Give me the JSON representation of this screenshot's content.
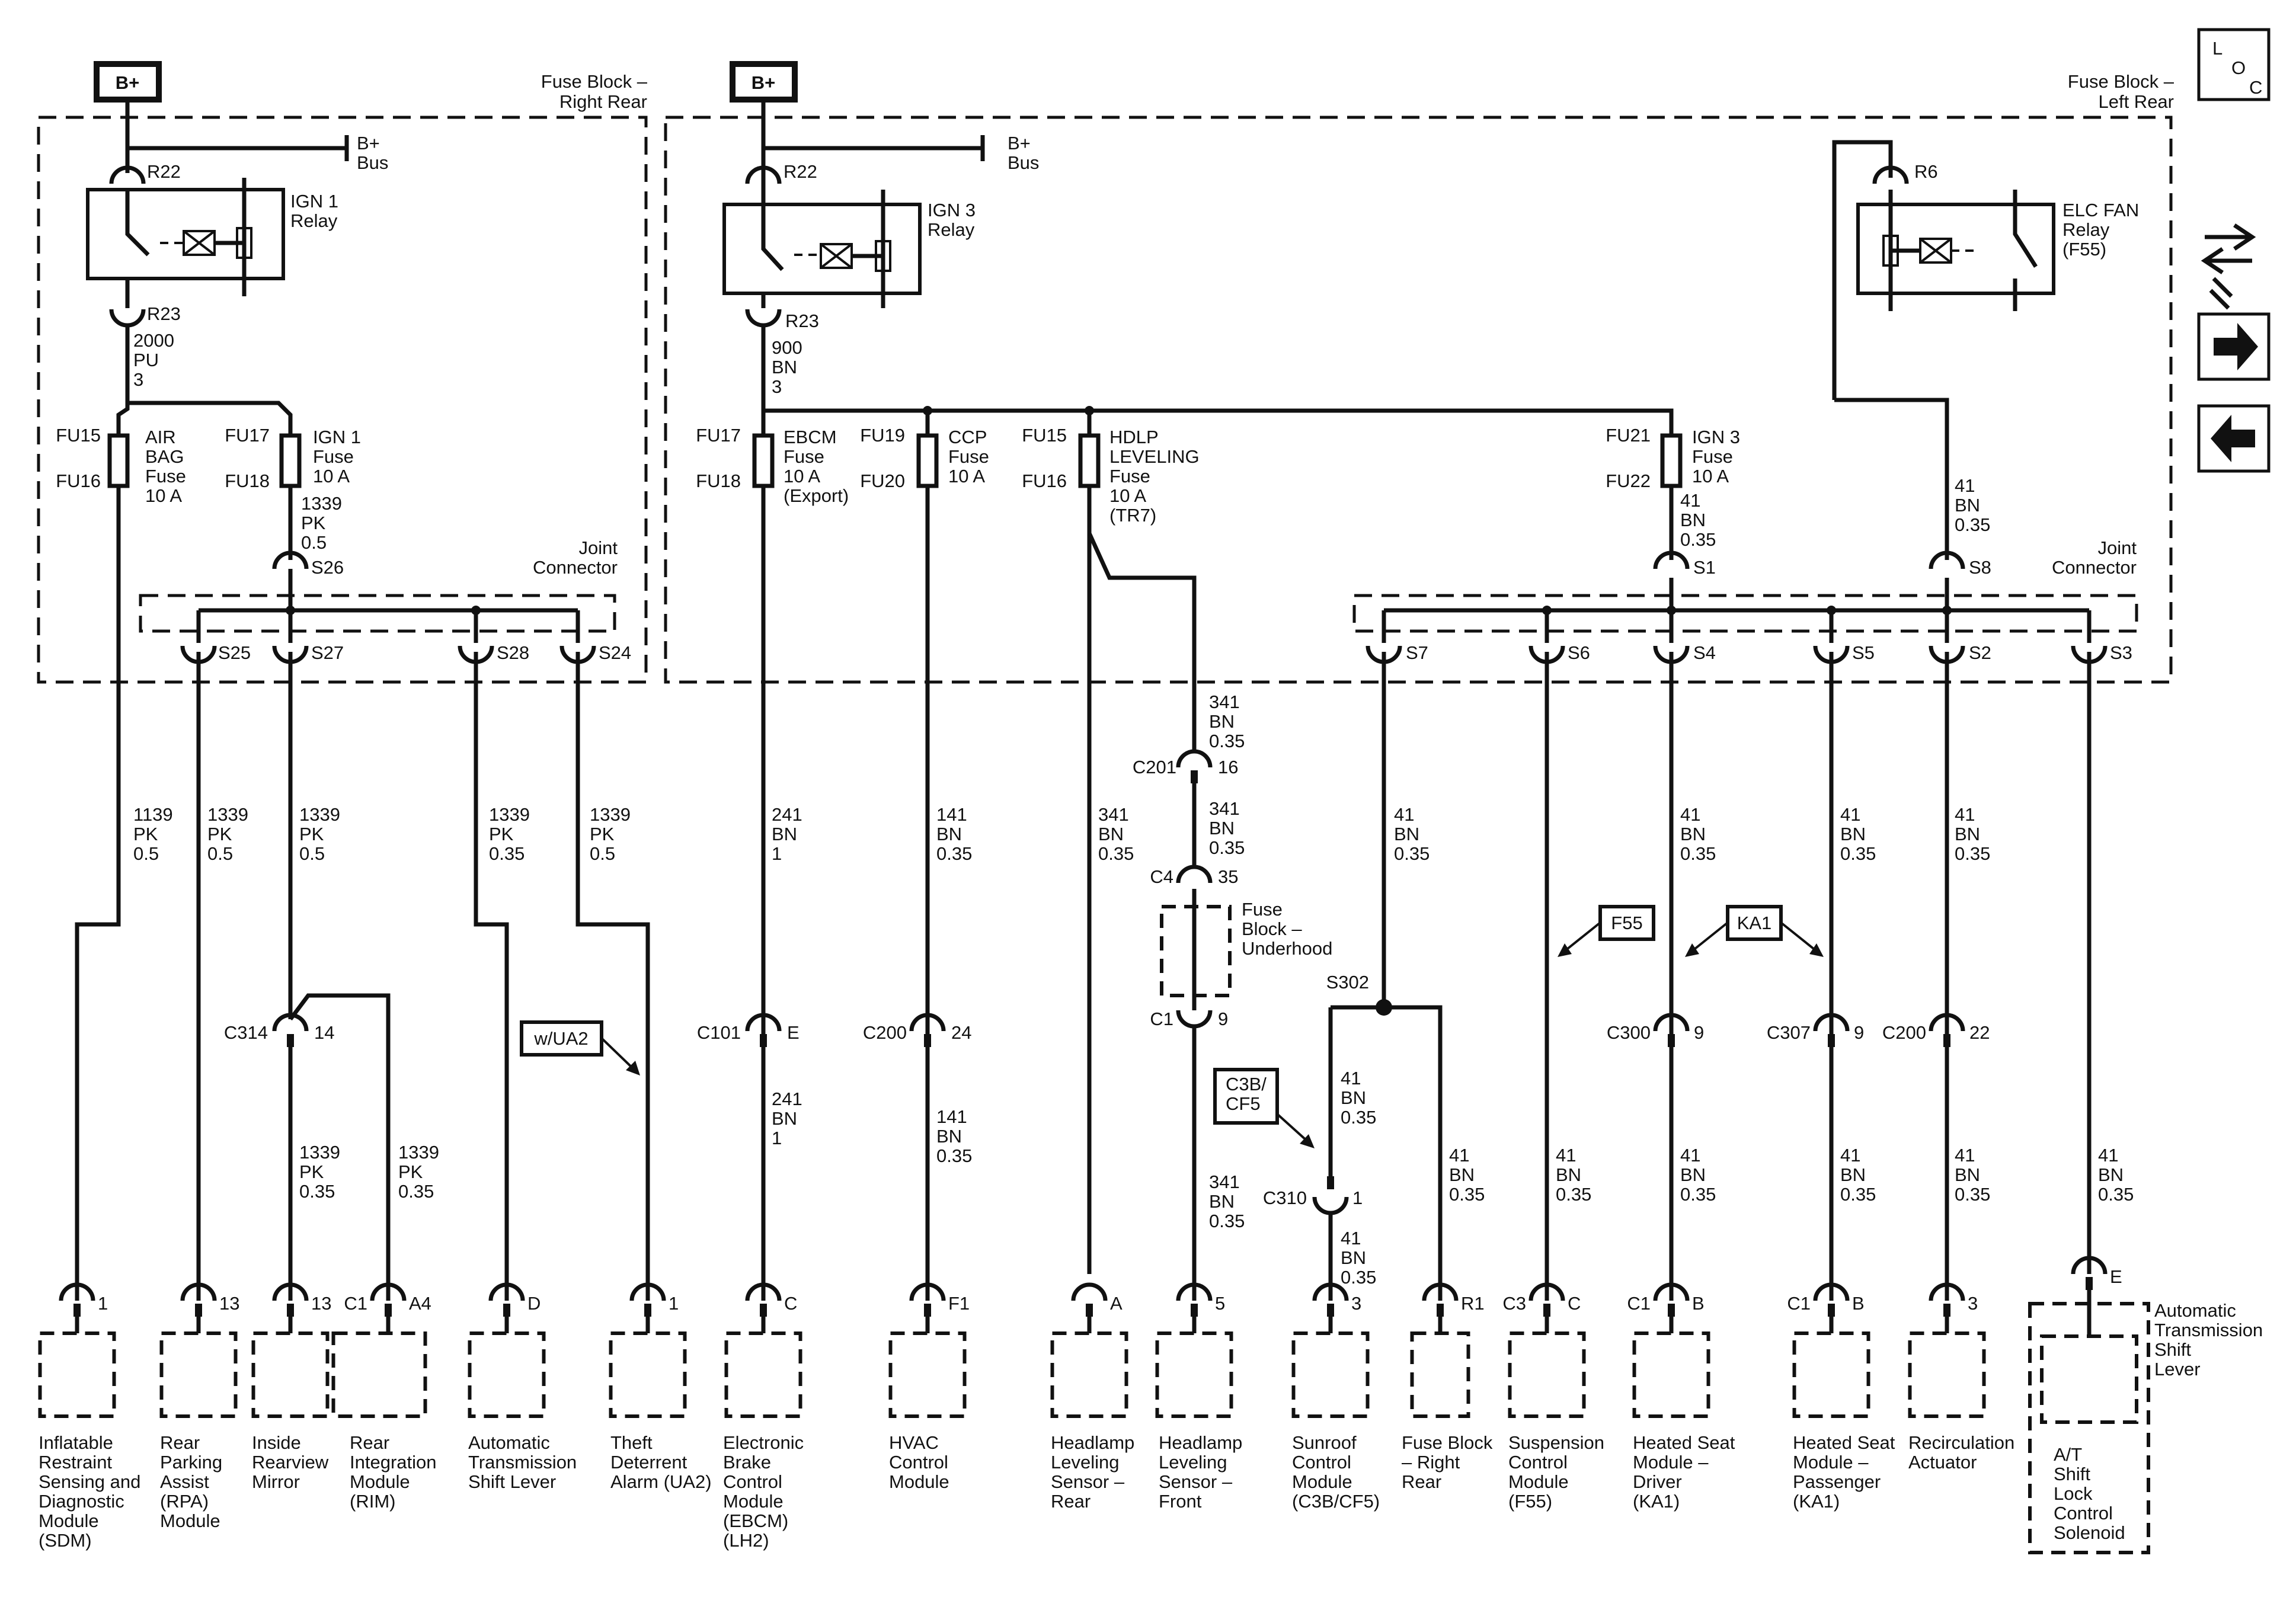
{
  "loc_label": "L\nO\nC",
  "nav": {
    "icons": [
      "component-views-icon",
      "next-page-icon",
      "previous-page-icon"
    ]
  },
  "power_labels": [
    "B+",
    "B+"
  ],
  "bus_labels": [
    "B+ Bus",
    "B+ Bus"
  ],
  "fuse_blocks": {
    "right_rear": "Fuse Block – Right Rear",
    "left_rear": "Fuse Block – Left Rear",
    "underhood": "Fuse Block – Underhood"
  },
  "joint_connector": "Joint Connector",
  "relays": [
    {
      "name": "IGN 1 Relay",
      "top": "R22",
      "bottom": "R23"
    },
    {
      "name": "IGN 3 Relay",
      "top": "R22",
      "bottom": "R23"
    },
    {
      "name": "ELC FAN Relay (F55)",
      "top": "R6"
    }
  ],
  "fuses": [
    {
      "pins": [
        "FU15",
        "FU16"
      ],
      "name": "AIR BAG Fuse 10 A"
    },
    {
      "pins": [
        "FU17",
        "FU18"
      ],
      "name": "IGN 1 Fuse 10 A"
    },
    {
      "pins": [
        "FU17",
        "FU18"
      ],
      "name": "EBCM Fuse 10 A (Export)"
    },
    {
      "pins": [
        "FU19",
        "FU20"
      ],
      "name": "CCP Fuse 10 A"
    },
    {
      "pins": [
        "FU15",
        "FU16"
      ],
      "name": "HDLP LEVELING Fuse 10 A (TR7)"
    },
    {
      "pins": [
        "FU21",
        "FU22"
      ],
      "name": "IGN 3 Fuse 10 A"
    }
  ],
  "wire_labels": {
    "w2000": "2000 PU 3",
    "w900": "900 BN 3",
    "w1339_05": "1339 PK 0.5",
    "w1139": "1139 PK 0.5",
    "w1339_035": "1339 PK 0.35",
    "w241": "241 BN 1",
    "w141": "141 BN 0.35",
    "w341": "341 BN 0.35",
    "w41": "41 BN 0.35"
  },
  "splices": [
    "S26",
    "S25",
    "S27",
    "S28",
    "S24",
    "S1",
    "S8",
    "S7",
    "S6",
    "S4",
    "S5",
    "S2",
    "S3",
    "S302"
  ],
  "connectors": {
    "C314": "C314",
    "C314_pin": "14",
    "C101": "C101",
    "C101_pin": "E",
    "C200": "C200",
    "C200_pin": "24",
    "C201": "C201",
    "C201_pin": "16",
    "C4": "C4",
    "C4_pin": "35",
    "C1": "C1",
    "C1_pin": "9",
    "C310": "C310",
    "C310_pin": "1",
    "C300": "C300",
    "C300_pin": "9",
    "C307": "C307",
    "C307_pin": "9",
    "C200b": "C200",
    "C200b_pin": "22"
  },
  "options": {
    "ua2": "w/UA2",
    "f55": "F55",
    "ka1": "KA1",
    "c3b": "C3B/ CF5"
  },
  "components": [
    {
      "pin": "1",
      "name": "Inflatable Restraint Sensing and Diagnostic Module (SDM)"
    },
    {
      "pin": "13",
      "name": "Rear Parking Assist (RPA) Module"
    },
    {
      "pin": "13",
      "name": "Inside Rearview Mirror"
    },
    {
      "pin": "C1 A4",
      "name": "Rear Integration Module (RIM)"
    },
    {
      "pin": "D",
      "name": "Automatic Transmission Shift Lever"
    },
    {
      "pin": "1",
      "name": "Theft Deterrent Alarm (UA2)"
    },
    {
      "pin": "C",
      "name": "Electronic Brake Control Module (EBCM) (LH2)"
    },
    {
      "pin": "F1",
      "name": "HVAC Control Module"
    },
    {
      "pin": "A",
      "name": "Headlamp Leveling Sensor – Rear"
    },
    {
      "pin": "5",
      "name": "Headlamp Leveling Sensor – Front"
    },
    {
      "pin": "3",
      "name": "Sunroof Control Module (C3B/CF5)"
    },
    {
      "pin": "R1",
      "name": "Fuse Block – Right Rear"
    },
    {
      "pin": "C3 C",
      "name": "Suspension Control Module (F55)"
    },
    {
      "pin": "C1 B",
      "name": "Heated Seat Module – Driver (KA1)"
    },
    {
      "pin": "C1 B",
      "name": "Heated Seat Module – Passenger (KA1)"
    },
    {
      "pin": "3",
      "name": "Recirculation Actuator"
    },
    {
      "pin": "E",
      "name": "A/T Shift Lock Control Solenoid"
    }
  ],
  "at_shift_lever_label": "Automatic Transmission Shift Lever"
}
